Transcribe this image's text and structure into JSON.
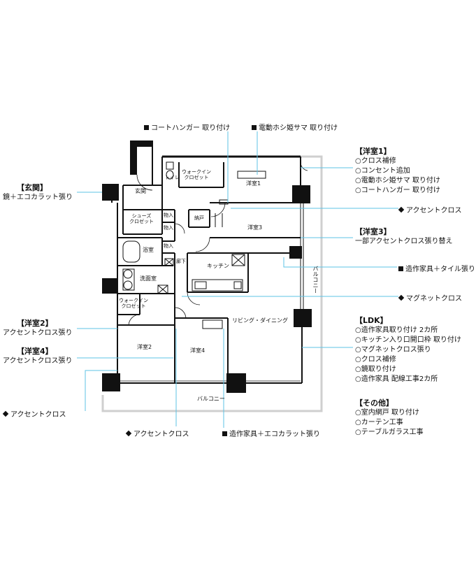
{
  "callouts_top": {
    "coat_hanger": "コートハンガー 取り付け",
    "hoshi_sama": "電動ホシ姫サマ 取り付け"
  },
  "callouts": {
    "accent_cross_1": "アクセントクロス",
    "builtin_tile": "造作家具＋タイル張り",
    "magnet_cross": "マグネットクロス",
    "accent_cross_left": "アクセントクロス",
    "accent_cross_bottom": "アクセントクロス",
    "builtin_ecocarat": "造作家具＋エコカラット張り"
  },
  "annotations": {
    "youshitsu1": {
      "title": "【洋室1】",
      "items": [
        "○クロス補修",
        "○コンセント追加",
        "○電動ホシ姫サマ 取り付け",
        "○コートハンガー 取り付け"
      ]
    },
    "genkan": {
      "title": "【玄関】",
      "items": [
        "鏡＋エコカラット張り"
      ]
    },
    "youshitsu3": {
      "title": "【洋室3】",
      "items": [
        "一部アクセントクロス張り替え"
      ]
    },
    "youshitsu2": {
      "title": "【洋室2】",
      "items": [
        "アクセントクロス張り"
      ]
    },
    "youshitsu4": {
      "title": "【洋室4】",
      "items": [
        "アクセントクロス張り"
      ]
    },
    "ldk": {
      "title": "【LDK】",
      "items": [
        "○造作家具取り付け 2カ所",
        "○キッチン入り口開口枠 取り付け",
        "○マグネットクロス張り",
        "○クロス補修",
        "○鏡取り付け",
        "○造作家具 配線工事2カ所"
      ]
    },
    "other": {
      "title": "【その他】",
      "items": [
        "○室内網戸 取り付け",
        "○カーテン工事",
        "○テーブルガラス工事"
      ]
    }
  },
  "rooms": {
    "toilet": "トイレ",
    "walkin_top": [
      "ウォークイン",
      "クロゼット"
    ],
    "youshitsu1": "洋室1",
    "genkan": "玄関",
    "shoes": [
      "シューズ",
      "クロゼット"
    ],
    "monoire": "物入",
    "nando": "納戸",
    "youshitsu3": "洋室3",
    "yokushitsu": "浴室",
    "rouka": "廊下",
    "kitchen": "キッチン",
    "senmen": "洗面室",
    "walkin_left": [
      "ウォークイン",
      "クロゼット"
    ],
    "living": "リビング・ダイニング",
    "youshitsu2": "洋室2",
    "youshitsu4": "洋室4",
    "balcony_bottom": "バルコニー",
    "balcony_right": "バルコニー"
  },
  "colors": {
    "line": "#111111",
    "leader": "#5ec3e6",
    "balcony": "#cccccc"
  }
}
